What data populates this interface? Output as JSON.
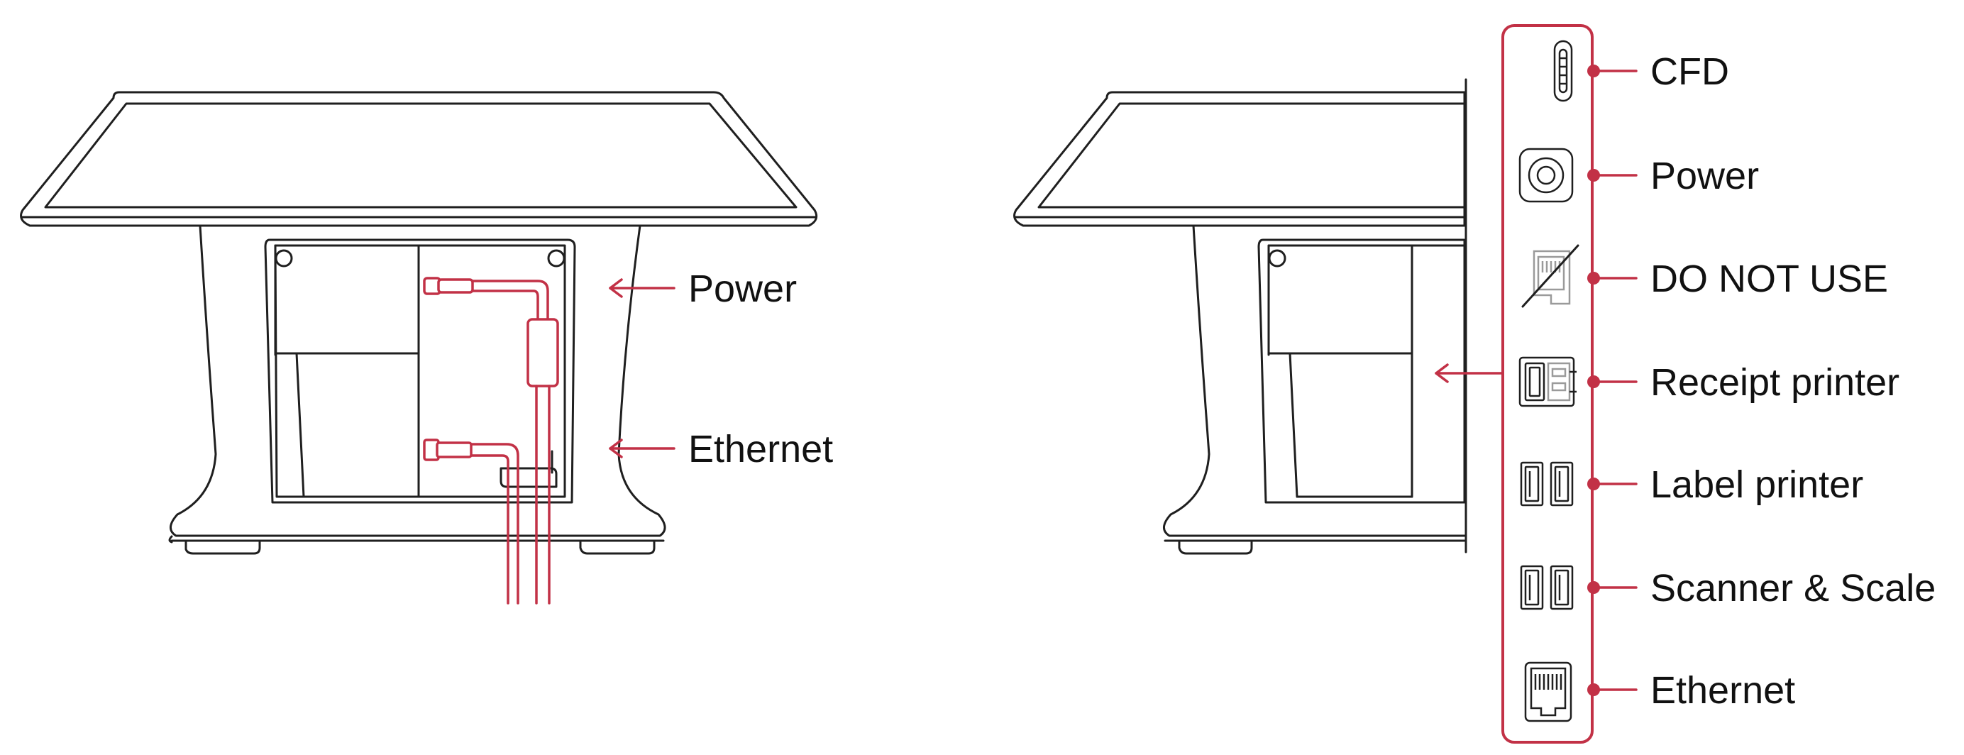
{
  "colors": {
    "accent": "#c23146",
    "line": "#1f1f1f",
    "disabled": "#9a9a9a",
    "text": "#111111"
  },
  "left_view": {
    "callouts": {
      "power": "Power",
      "ethernet": "Ethernet"
    }
  },
  "port_panel": {
    "ports": [
      {
        "label": "CFD",
        "icon": "usb-c-port-icon"
      },
      {
        "label": "Power",
        "icon": "dc-power-jack-icon"
      },
      {
        "label": "DO NOT USE",
        "icon": "disabled-rj-port-icon"
      },
      {
        "label": "Receipt printer",
        "icon": "rj12-usb-combo-port-icon"
      },
      {
        "label": "Label printer",
        "icon": "dual-usb-port-icon"
      },
      {
        "label": "Scanner & Scale",
        "icon": "dual-usb-port-icon"
      },
      {
        "label": "Ethernet",
        "icon": "rj45-ethernet-port-icon"
      }
    ]
  }
}
